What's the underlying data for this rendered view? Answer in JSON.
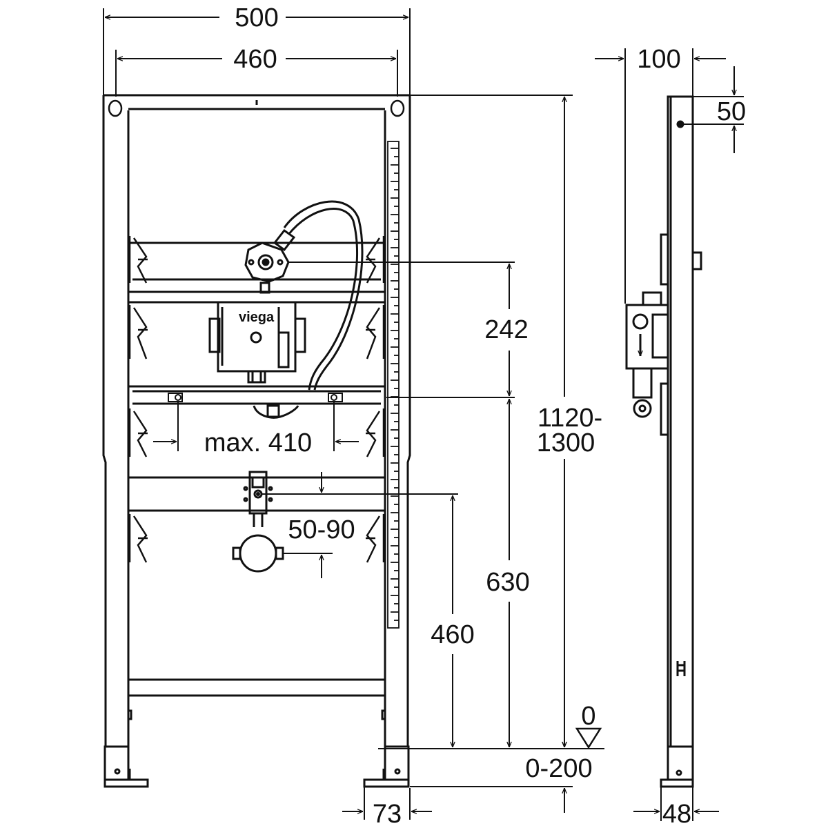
{
  "front_view": {
    "dim_overall_width": "500",
    "dim_upright_spacing": "460",
    "dim_supply_offset": "242",
    "dim_total_height_line1": "1120-",
    "dim_total_height_line2": "1300",
    "dim_drain_spacing": "max. 410",
    "dim_drain_range": "50-90",
    "dim_supply_height": "630",
    "dim_outlet_height": "460",
    "dim_floor_level": "0",
    "dim_foot_range": "0-200",
    "dim_foot_width": "73",
    "brand_label": "viega"
  },
  "side_view": {
    "dim_depth": "100",
    "dim_top_hole": "50",
    "dim_foot_depth": "48"
  },
  "colors": {
    "line": "#111111",
    "background": "#ffffff"
  }
}
